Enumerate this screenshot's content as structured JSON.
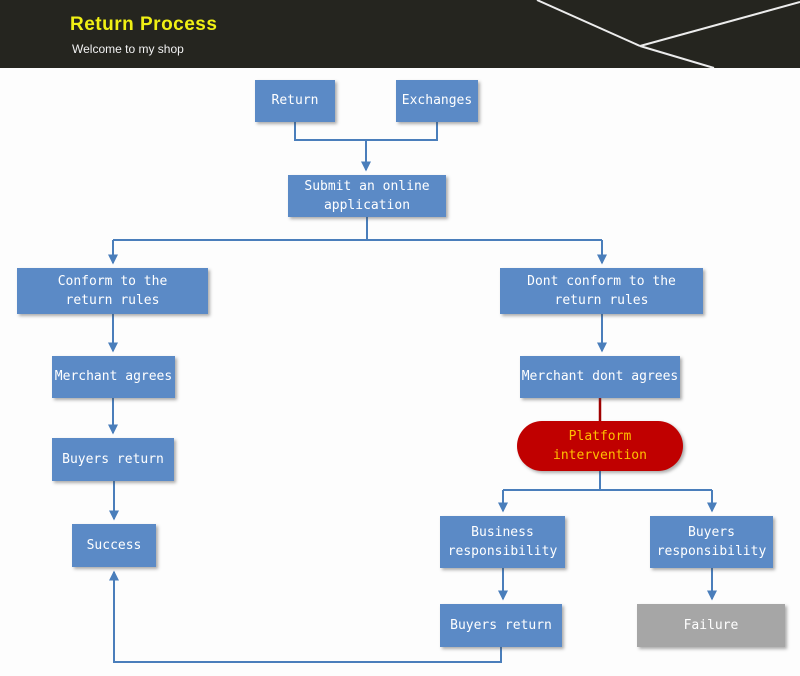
{
  "header": {
    "title": "Return Process",
    "subtitle": "Welcome to my shop"
  },
  "nodes": {
    "return": "Return",
    "exchanges": "Exchanges",
    "submit": "Submit an online\napplication",
    "conform": "Conform to the\nreturn rules",
    "dont_conform": "Dont conform to the\nreturn rules",
    "merchant_agrees": "Merchant agrees",
    "merchant_dont_agrees": "Merchant dont agrees",
    "platform_intervention": "Platform\nintervention",
    "buyers_return_left": "Buyers return",
    "success": "Success",
    "business_responsibility": "Business\nresponsibility",
    "buyers_responsibility": "Buyers\nresponsibility",
    "buyers_return_right": "Buyers return",
    "failure": "Failure"
  },
  "colors": {
    "header_bg": "#25251f",
    "title_yellow": "#f0f014",
    "node_blue": "#5b8ac6",
    "node_red": "#c00000",
    "node_red_text": "#ffc000",
    "node_gray": "#a6a6a6",
    "connector_blue": "#4a7ebb",
    "connector_red": "#a00000"
  }
}
